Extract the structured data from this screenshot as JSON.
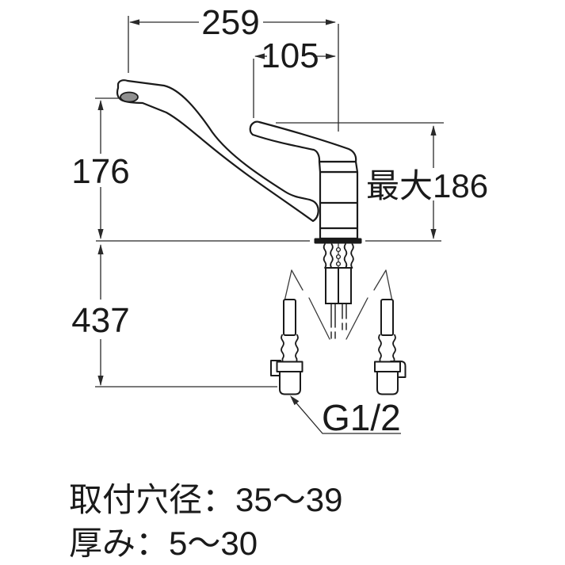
{
  "drawing": {
    "type": "technical-dimension-diagram",
    "subject": "single-lever kitchen faucet",
    "background_color": "#ffffff",
    "line_color": "#1a1a1a",
    "dimensions": {
      "spout_reach": {
        "label": "259",
        "orientation": "horizontal"
      },
      "handle_offset": {
        "label": "105",
        "orientation": "horizontal"
      },
      "spout_height": {
        "label": "176",
        "orientation": "vertical"
      },
      "max_height": {
        "label": "最大186",
        "orientation": "vertical"
      },
      "below_counter_length": {
        "label": "437",
        "orientation": "vertical"
      },
      "connection_thread": {
        "label": "G1/2",
        "pointer": "leader-arrow-to-left-fitting"
      }
    },
    "notes": {
      "mounting_hole": "取付穴径：35～39",
      "deck_thickness": "厚み：5～30"
    }
  }
}
